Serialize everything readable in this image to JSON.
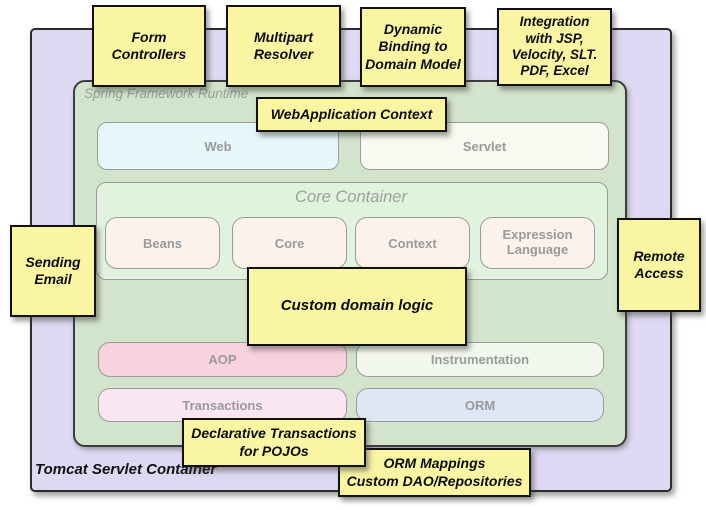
{
  "diagram": {
    "outer_container_label": "Tomcat Servlet Container",
    "runtime_label": "Spring Framework Runtime",
    "core_container_label": "Core Container",
    "modules": {
      "web": "Web",
      "servlet": "Servlet",
      "beans": "Beans",
      "core": "Core",
      "context": "Context",
      "expression_language": "Expression Language",
      "aop": "AOP",
      "instrumentation": "Instrumentation",
      "transactions": "Transactions",
      "orm": "ORM"
    },
    "notes": {
      "form_controllers": "Form\nControllers",
      "multipart_resolver": "Multipart\nResolver",
      "dynamic_binding": "Dynamic\nBinding to\nDomain Model",
      "integration": "Integration\nwith JSP,\nVelocity, SLT.\nPDF, Excel",
      "webapplication_context": "WebApplication Context",
      "sending_email": "Sending\nEmail",
      "remote_access": "Remote\nAccess",
      "custom_domain_logic": "Custom domain logic",
      "declarative_transactions": "Declarative Transactions\nfor POJOs",
      "orm_mappings": "ORM Mappings\nCustom DAO/Repositories"
    },
    "colors": {
      "note_yellow": "#faf5a2",
      "outer_purple": "#ded9f2",
      "runtime_green": "#d3e4cc",
      "core_green": "#e1f2de",
      "web_cyan": "#e6f6f9",
      "servlet_white_green": "#f7faf0",
      "core_modules_pink_white": "#fcf2ec",
      "aop_pink": "#f8d2dd",
      "instrumentation_white_green": "#f3f8ed",
      "transactions_light_pink": "#fae6f0",
      "orm_periwinkle": "#dfe7f5",
      "muted_label_gray": "#9a9a9a"
    }
  }
}
